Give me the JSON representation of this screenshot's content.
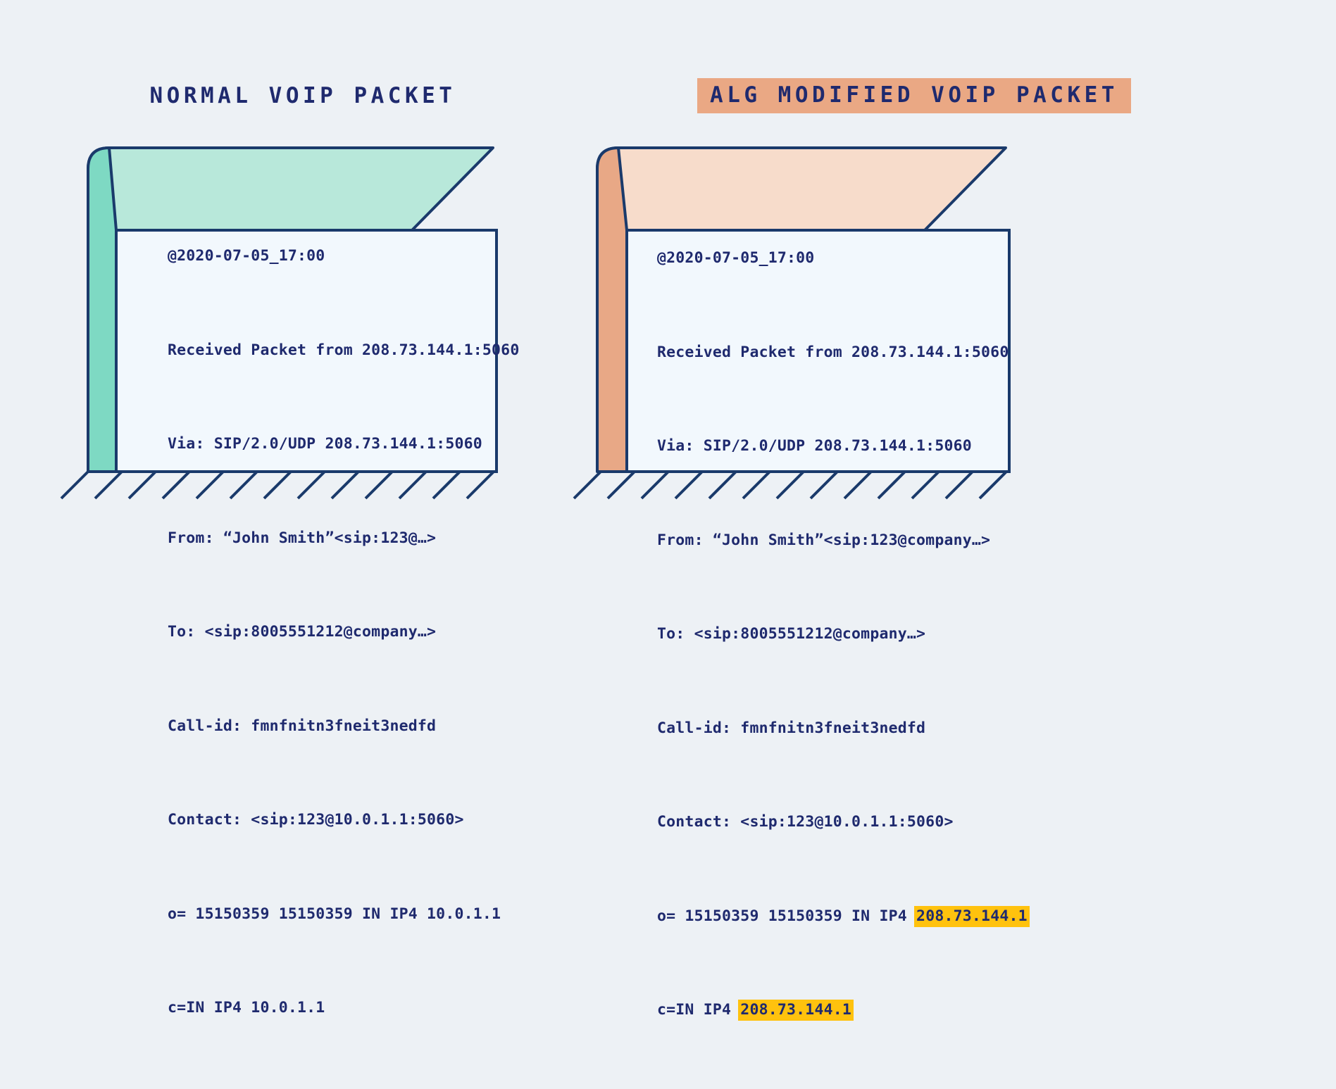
{
  "background_color": "#edf1f5",
  "ink_color": "#1f2a6e",
  "panels": [
    {
      "id": "normal",
      "title": "NORMAL VOIP PACKET",
      "title_highlighted": false,
      "title_highlight_color": "",
      "box": {
        "side_face_color": "#7ed9c3",
        "top_face_color": "#b8e8da",
        "front_face_color": "#f2f8fd",
        "outline_color": "#1a3a6b"
      },
      "lines": [
        {
          "pre": "@2020-07-05_17:00",
          "highlight": "",
          "post": ""
        },
        {
          "pre": "Received Packet from 208.73.144.1:5060",
          "highlight": "",
          "post": ""
        },
        {
          "pre": "Via: SIP/2.0/UDP 208.73.144.1:5060",
          "highlight": "",
          "post": ""
        },
        {
          "pre": "From: “John Smith”<sip:123@…>",
          "highlight": "",
          "post": ""
        },
        {
          "pre": "To: <sip:8005551212@company…>",
          "highlight": "",
          "post": ""
        },
        {
          "pre": "Call-id: fmnfnitn3fneit3nedfd",
          "highlight": "",
          "post": ""
        },
        {
          "pre": "Contact: <sip:123@10.0.1.1:5060>",
          "highlight": "",
          "post": ""
        },
        {
          "pre": "o= 15150359 15150359 IN IP4 10.0.1.1",
          "highlight": "",
          "post": ""
        },
        {
          "pre": "c=IN IP4 10.0.1.1",
          "highlight": "",
          "post": ""
        }
      ]
    },
    {
      "id": "alg-modified",
      "title": "ALG MODIFIED VOIP PACKET",
      "title_highlighted": true,
      "title_highlight_color": "#eaa884",
      "box": {
        "side_face_color": "#e8a886",
        "top_face_color": "#f7dccb",
        "front_face_color": "#f2f8fd",
        "outline_color": "#1a3a6b"
      },
      "lines": [
        {
          "pre": "@2020-07-05_17:00",
          "highlight": "",
          "post": ""
        },
        {
          "pre": "Received Packet from 208.73.144.1:5060",
          "highlight": "",
          "post": ""
        },
        {
          "pre": "Via: SIP/2.0/UDP 208.73.144.1:5060",
          "highlight": "",
          "post": ""
        },
        {
          "pre": "From: “John Smith”<sip:123@company…>",
          "highlight": "",
          "post": ""
        },
        {
          "pre": "To: <sip:8005551212@company…>",
          "highlight": "",
          "post": ""
        },
        {
          "pre": "Call-id: fmnfnitn3fneit3nedfd",
          "highlight": "",
          "post": ""
        },
        {
          "pre": "Contact: <sip:123@10.0.1.1:5060>",
          "highlight": "",
          "post": ""
        },
        {
          "pre": "o= 15150359 15150359 IN IP4 ",
          "highlight": "208.73.144.1",
          "post": ""
        },
        {
          "pre": "c=IN IP4 ",
          "highlight": "208.73.144.1",
          "post": ""
        }
      ],
      "highlight_color": "#ffc20e"
    }
  ]
}
